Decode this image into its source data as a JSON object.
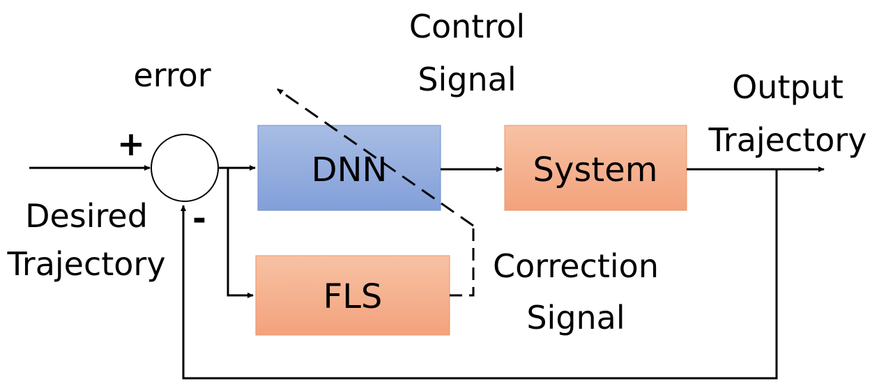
{
  "blocks": {
    "dnn": "DNN",
    "system": "System",
    "fls": "FLS"
  },
  "labels": {
    "error": "error",
    "control_signal_line1": "Control",
    "control_signal_line2": "Signal",
    "output_trajectory_line1": "Output",
    "output_trajectory_line2": "Trajectory",
    "desired_trajectory_line1": "Desired",
    "desired_trajectory_line2": "Trajectory",
    "correction_signal_line1": "Correction",
    "correction_signal_line2": "Signal",
    "plus_sign": "+",
    "minus_sign": "-"
  },
  "colors": {
    "dnn_block": "#8faadc",
    "system_block": "#f4b183",
    "fls_block": "#f4b183",
    "line": "#000000"
  }
}
